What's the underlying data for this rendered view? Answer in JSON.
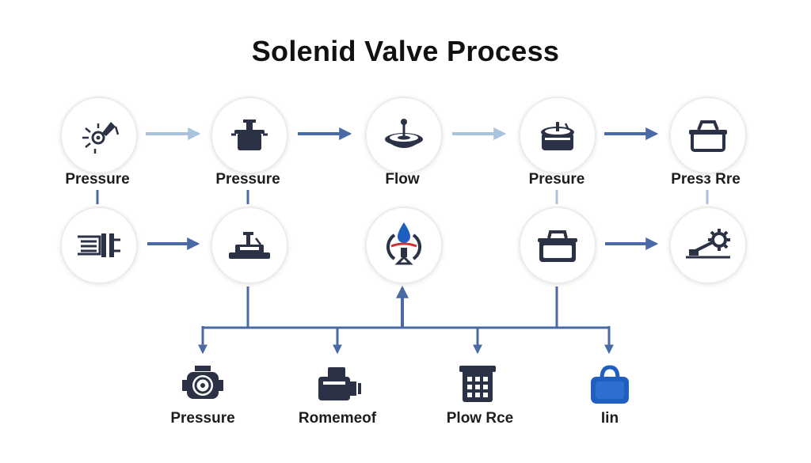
{
  "diagram": {
    "title": "Solenid Valve Process",
    "row1": [
      {
        "label": "Pressure",
        "icon": "pressure-gauge-icon"
      },
      {
        "label": "Pressure",
        "icon": "pressure-vessel-icon"
      },
      {
        "label": "Flow",
        "icon": "flow-valve-icon"
      },
      {
        "label": "Presure",
        "icon": "pot-icon"
      },
      {
        "label": "Presз Rre",
        "icon": "container-icon"
      }
    ],
    "row2": [
      {
        "icon": "coil-plug-icon"
      },
      {
        "icon": "valve-body-icon"
      },
      {
        "icon": "water-drop-icon"
      },
      {
        "icon": "toolbox-icon"
      },
      {
        "icon": "actuator-gear-icon"
      }
    ],
    "row3": [
      {
        "label": "Pressure",
        "icon": "pump-icon"
      },
      {
        "label": "Romemeof",
        "icon": "motor-icon"
      },
      {
        "label": "Plow Rce",
        "icon": "calculator-icon"
      },
      {
        "label": "Iin",
        "icon": "bag-icon"
      }
    ],
    "colors": {
      "arrow_dark": "#4a6aa6",
      "arrow_light": "#a9c2dd",
      "icon_dark": "#2b3245",
      "accent_blue": "#1f5fbf",
      "accent_red": "#cc3333"
    }
  }
}
